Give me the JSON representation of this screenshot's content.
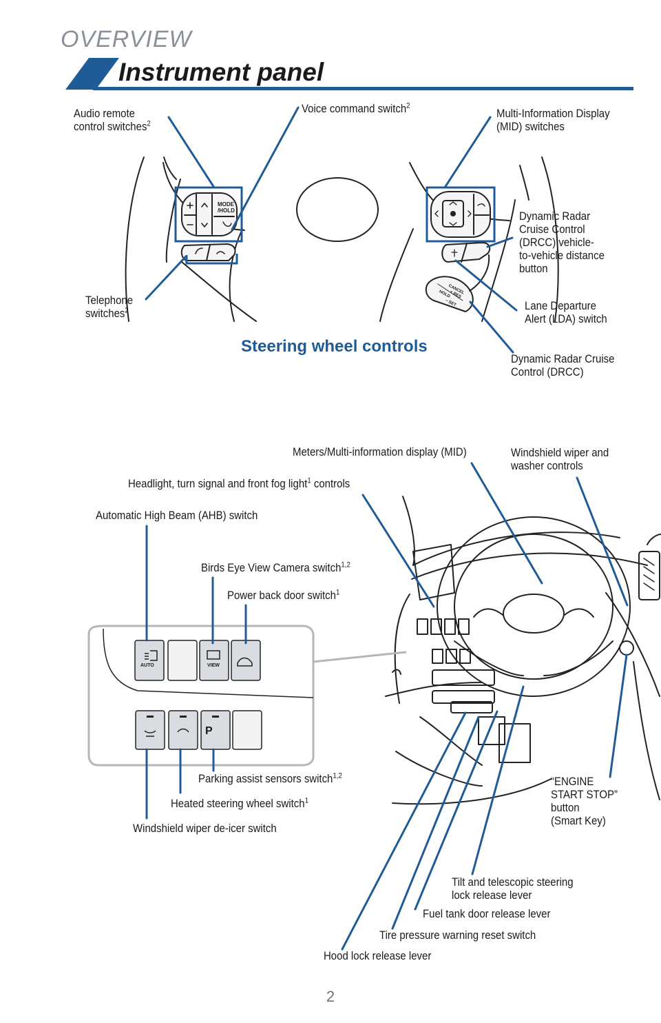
{
  "header": {
    "section": "OVERVIEW",
    "title": "Instrument panel",
    "accent_color": "#1f5b96"
  },
  "steering": {
    "caption": "Steering wheel controls",
    "buttons": {
      "mode": "MODE",
      "hold": "/HOLD",
      "cancel": "CANCEL",
      "res": "+ RES",
      "hold2": "HOLD",
      "set": "– SET"
    },
    "labels": {
      "audio": {
        "line1": "Audio remote",
        "line2": "control switches",
        "sup": "2"
      },
      "voice": {
        "text": "Voice command switch",
        "sup": "2"
      },
      "mid": {
        "line1": "Multi-Information Display",
        "line2": "(MID) switches"
      },
      "drcc_distance": {
        "line1": "Dynamic Radar",
        "line2": "Cruise Control",
        "line3": "(DRCC) vehicle-",
        "line4": "to-vehicle distance",
        "line5": "button"
      },
      "telephone": {
        "line1": "Telephone",
        "line2": "switches",
        "sup": "2"
      },
      "lda": {
        "line1": "Lane Departure",
        "line2": "Alert (LDA) switch"
      },
      "drcc": {
        "line1": "Dynamic Radar Cruise",
        "line2": "Control (DRCC)"
      }
    }
  },
  "panel": {
    "buttons": {
      "auto": "AUTO",
      "view": "VIEW"
    },
    "labels": {
      "meters": "Meters/Multi-information display (MID)",
      "wiper": {
        "line1": "Windshield wiper and",
        "line2": "washer controls"
      },
      "headlight": {
        "text_a": "Headlight, turn signal and front fog light",
        "sup": "1",
        "text_b": " controls"
      },
      "ahb": "Automatic High Beam (AHB) switch",
      "bev": {
        "text": "Birds Eye View Camera switch",
        "sup": "1,2"
      },
      "power_door": {
        "text": "Power back door switch",
        "sup": "1"
      },
      "parking": {
        "text": "Parking assist sensors switch",
        "sup": "1,2"
      },
      "heated": {
        "text": "Heated steering wheel switch",
        "sup": "1"
      },
      "deicer": "Windshield wiper de-icer switch",
      "engine": {
        "line1": "“ENGINE",
        "line2": "START STOP”",
        "line3": "button",
        "line4": "(Smart Key)"
      },
      "tilt": {
        "line1": "Tilt and telescopic steering",
        "line2": "lock release lever"
      },
      "fuel": "Fuel tank door release lever",
      "tire": "Tire pressure warning reset switch",
      "hood": "Hood lock release lever"
    }
  },
  "footer": {
    "page_number": "2"
  }
}
